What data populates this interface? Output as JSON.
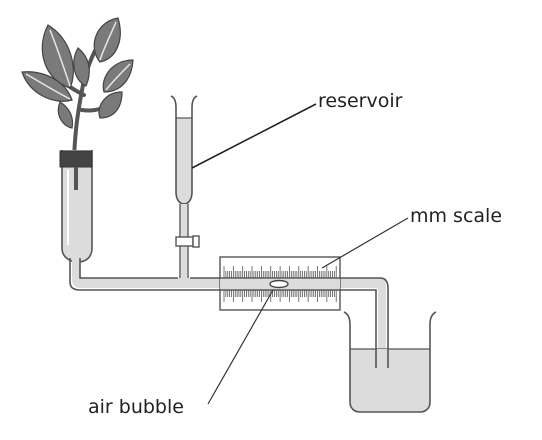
{
  "labels": {
    "reservoir": "reservoir",
    "scale": "mm scale",
    "bubble": "air bubble"
  },
  "colors": {
    "outline": "#555555",
    "water": "#dcdcdc",
    "leaf": "#7a7a7a",
    "leaf_vein": "#e6e6e6",
    "bung": "#444444",
    "line": "#222222"
  }
}
